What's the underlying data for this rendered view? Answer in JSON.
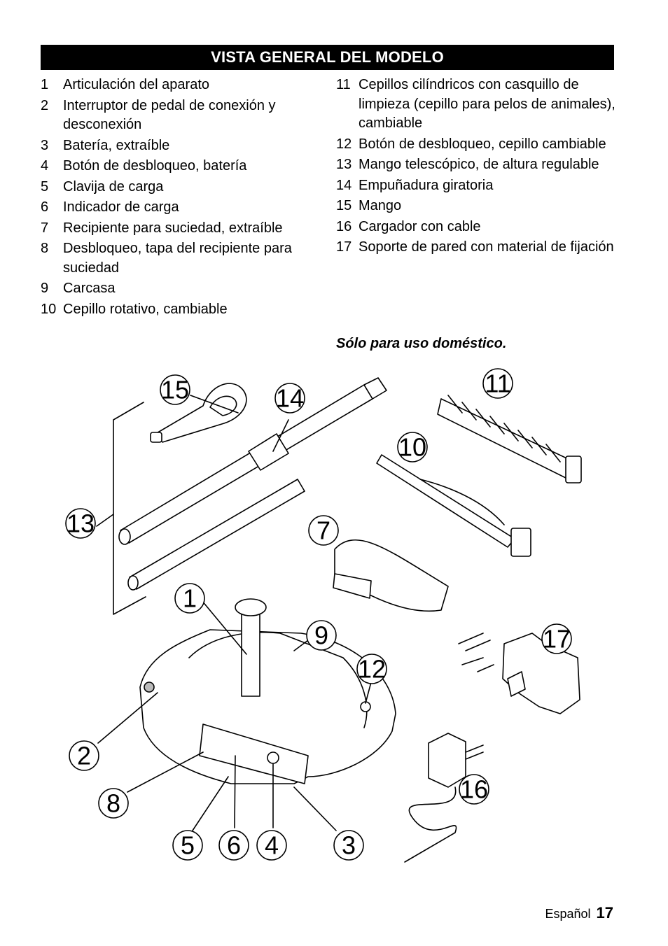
{
  "header": {
    "title": "VISTA GENERAL DEL MODELO"
  },
  "parts_left": [
    {
      "num": "1",
      "text": "Articulación del aparato"
    },
    {
      "num": "2",
      "text": "Interruptor de pedal de conexión y desconexión"
    },
    {
      "num": "3",
      "text": "Batería, extraíble"
    },
    {
      "num": "4",
      "text": "Botón de desbloqueo, batería"
    },
    {
      "num": "5",
      "text": "Clavija de carga"
    },
    {
      "num": "6",
      "text": "Indicador de carga"
    },
    {
      "num": "7",
      "text": "Recipiente para suciedad, extraíble"
    },
    {
      "num": "8",
      "text": "Desbloqueo, tapa del recipiente para suciedad"
    },
    {
      "num": "9",
      "text": "Carcasa"
    },
    {
      "num": "10",
      "text": "Cepillo rotativo, cambiable"
    }
  ],
  "parts_right": [
    {
      "num": "11",
      "text": "Cepillos cilíndricos con casquillo de limpieza (cepillo para pelos de animales), cambiable"
    },
    {
      "num": "12",
      "text": "Botón de desbloqueo, cepillo cambiable"
    },
    {
      "num": "13",
      "text": "Mango telescópico, de altura regulable"
    },
    {
      "num": "14",
      "text": "Empuñadura giratoria"
    },
    {
      "num": "15",
      "text": "Mango"
    },
    {
      "num": "16",
      "text": "Cargador con cable"
    },
    {
      "num": "17",
      "text": "Soporte de pared con material de fijación"
    }
  ],
  "note": "Sólo para uso doméstico.",
  "figure_callouts": [
    "15",
    "14",
    "11",
    "10",
    "13",
    "7",
    "1",
    "9",
    "17",
    "12",
    "2",
    "8",
    "16",
    "5",
    "6",
    "4",
    "3"
  ],
  "footer": {
    "language": "Español",
    "page": "17"
  }
}
